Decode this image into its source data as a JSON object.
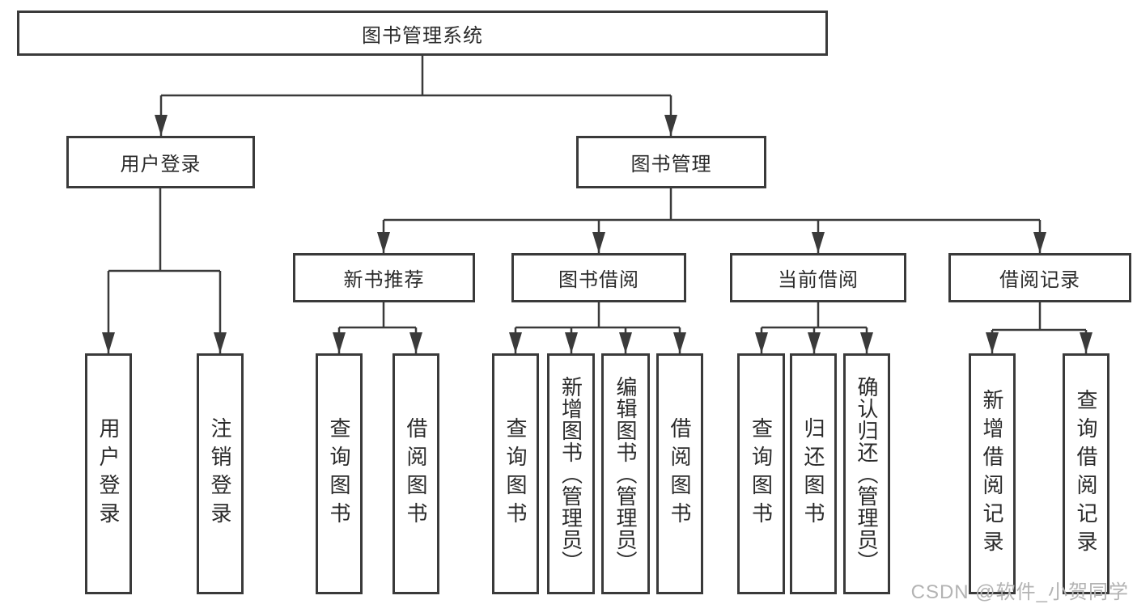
{
  "diagram": {
    "tree": {
      "label": "图书管理系统",
      "children": [
        {
          "label": "用户登录",
          "children": [
            {
              "label": "用户登录"
            },
            {
              "label": "注销登录"
            }
          ]
        },
        {
          "label": "图书管理",
          "children": [
            {
              "label": "新书推荐",
              "children": [
                {
                  "label": "查询图书"
                },
                {
                  "label": "借阅图书"
                }
              ]
            },
            {
              "label": "图书借阅",
              "children": [
                {
                  "label": "查询图书"
                },
                {
                  "label": "新增图书（管理员）"
                },
                {
                  "label": "编辑图书（管理员）"
                },
                {
                  "label": "借阅图书"
                }
              ]
            },
            {
              "label": "当前借阅",
              "children": [
                {
                  "label": "查询图书"
                },
                {
                  "label": "归还图书"
                },
                {
                  "label": "确认归还（管理员）"
                }
              ]
            },
            {
              "label": "借阅记录",
              "children": [
                {
                  "label": "新增借阅记录"
                },
                {
                  "label": "查询借阅记录"
                }
              ]
            }
          ]
        }
      ]
    },
    "watermark": "CSDN @软件_小贺同学",
    "colors": {
      "line": "#3a3a3a",
      "text": "#2b2b2b",
      "watermark": "#b3b3b3",
      "background": "#ffffff"
    }
  }
}
